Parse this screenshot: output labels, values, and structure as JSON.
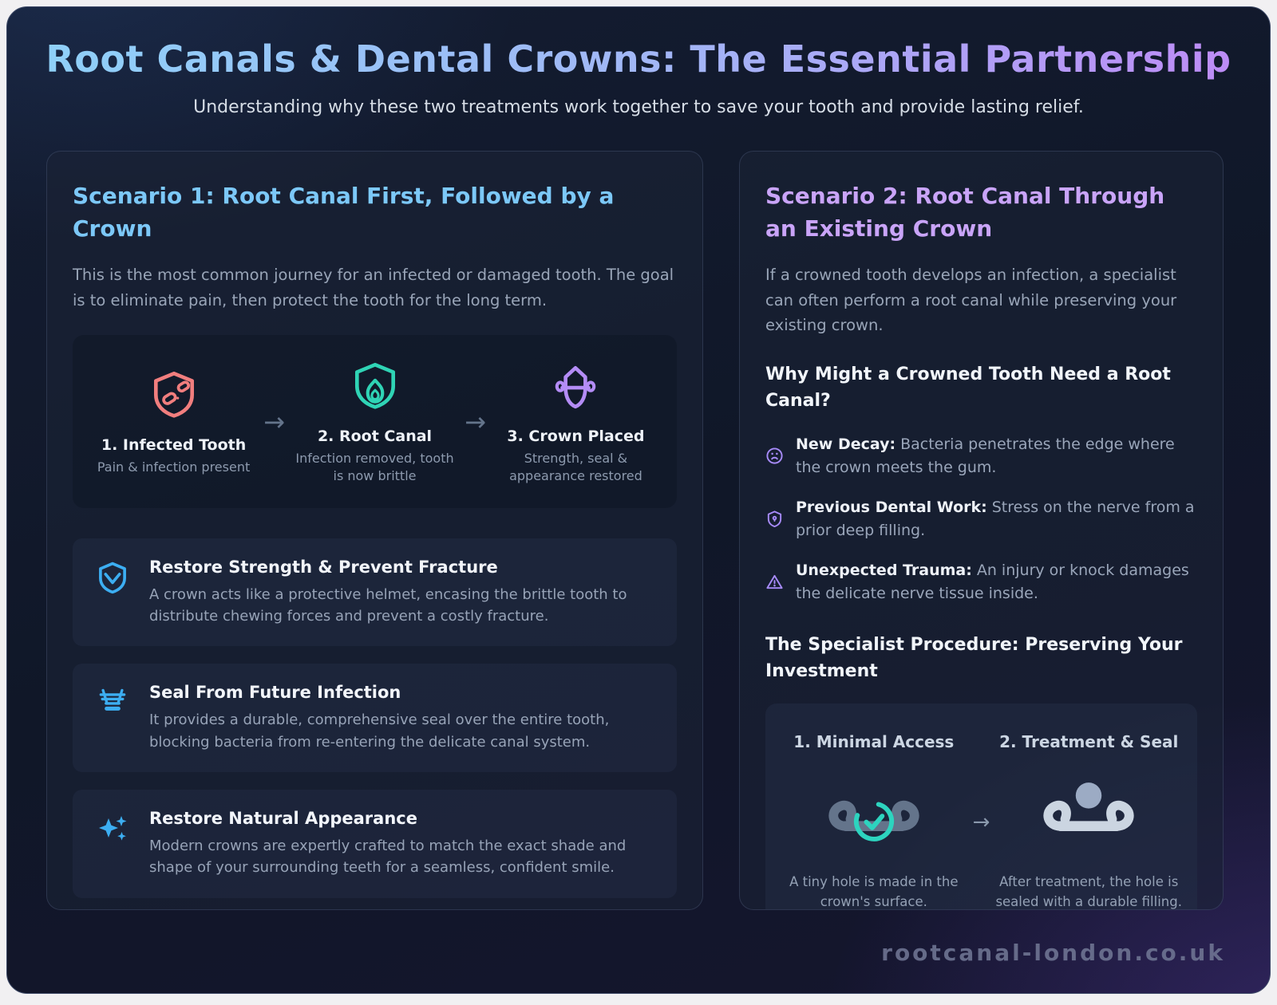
{
  "header": {
    "title": "Root Canals & Dental Crowns: The Essential Partnership",
    "subtitle": "Understanding why these two treatments work together to save your tooth and provide lasting relief."
  },
  "scenario1": {
    "heading": "Scenario 1: Root Canal First, Followed by a Crown",
    "intro": "This is the most common journey for an infected or damaged tooth. The goal is to eliminate pain, then protect the tooth for the long term.",
    "arrow": "→",
    "steps": [
      {
        "label": "1. Infected Tooth",
        "caption": "Pain & infection present",
        "icon": "infected-tooth-icon",
        "color": "#f17e7e"
      },
      {
        "label": "2. Root Canal",
        "caption": "Infection removed, tooth is now brittle",
        "icon": "root-canal-tooth-icon",
        "color": "#2fd4b5"
      },
      {
        "label": "3. Crown Placed",
        "caption": "Strength, seal & appearance restored",
        "icon": "crowned-tooth-icon",
        "color": "#b48cf6"
      }
    ],
    "benefits": [
      {
        "icon": "shield-check-icon",
        "title": "Restore Strength & Prevent Fracture",
        "body": "A crown acts like a protective helmet, encasing the brittle tooth to distribute chewing forces and prevent a costly fracture."
      },
      {
        "icon": "dental-crown-icon",
        "title": "Seal From Future Infection",
        "body": "It provides a durable, comprehensive seal over the entire tooth, blocking bacteria from re-entering the delicate canal system."
      },
      {
        "icon": "sparkles-icon",
        "title": "Restore Natural Appearance",
        "body": "Modern crowns are expertly crafted to match the exact shade and shape of your surrounding teeth for a seamless, confident smile."
      }
    ]
  },
  "scenario2": {
    "heading": "Scenario 2: Root Canal Through an Existing Crown",
    "intro": "If a crowned tooth develops an infection, a specialist can often perform a root canal while preserving your existing crown.",
    "why_heading": "Why Might a Crowned Tooth Need a Root Canal?",
    "reasons": [
      {
        "icon": "frown-face-icon",
        "lead": "New Decay:",
        "body": "Bacteria penetrates the edge where the crown meets the gum."
      },
      {
        "icon": "shield-dot-icon",
        "lead": "Previous Dental Work:",
        "body": "Stress on the nerve from a prior deep filling."
      },
      {
        "icon": "warning-triangle-icon",
        "lead": "Unexpected Trauma:",
        "body": "An injury or knock damages the delicate nerve tissue inside."
      }
    ],
    "procedure_heading": "The Specialist Procedure: Preserving Your Investment",
    "procedure": {
      "arrow": "→",
      "steps": [
        {
          "title": "1. Minimal Access",
          "icon": "crown-access-check-icon",
          "caption": "A tiny hole is made in the crown's surface."
        },
        {
          "title": "2. Treatment & Seal",
          "icon": "crown-sealed-filling-icon",
          "caption": "After treatment, the hole is sealed with a durable filling."
        }
      ]
    }
  },
  "footer": {
    "watermark": "rootcanal-london.co.uk"
  },
  "colors": {
    "title_gradient_start": "#8fd0f8",
    "title_gradient_end": "#bd8cf6",
    "scenario1_heading": "#7cc8f8",
    "scenario2_heading": "#c9a4f8",
    "step_infected": "#f17e7e",
    "step_root_canal": "#2fd4b5",
    "step_crown": "#b48cf6",
    "benefit_icon_blue": "#3caef2",
    "reason_icon_purple": "#a78bfa",
    "procedure_gray": "#64748b",
    "procedure_light": "#cbd5e1",
    "check_teal": "#2dd4bf",
    "body_text": "#99a5b8",
    "page_background": "#111a2c"
  }
}
